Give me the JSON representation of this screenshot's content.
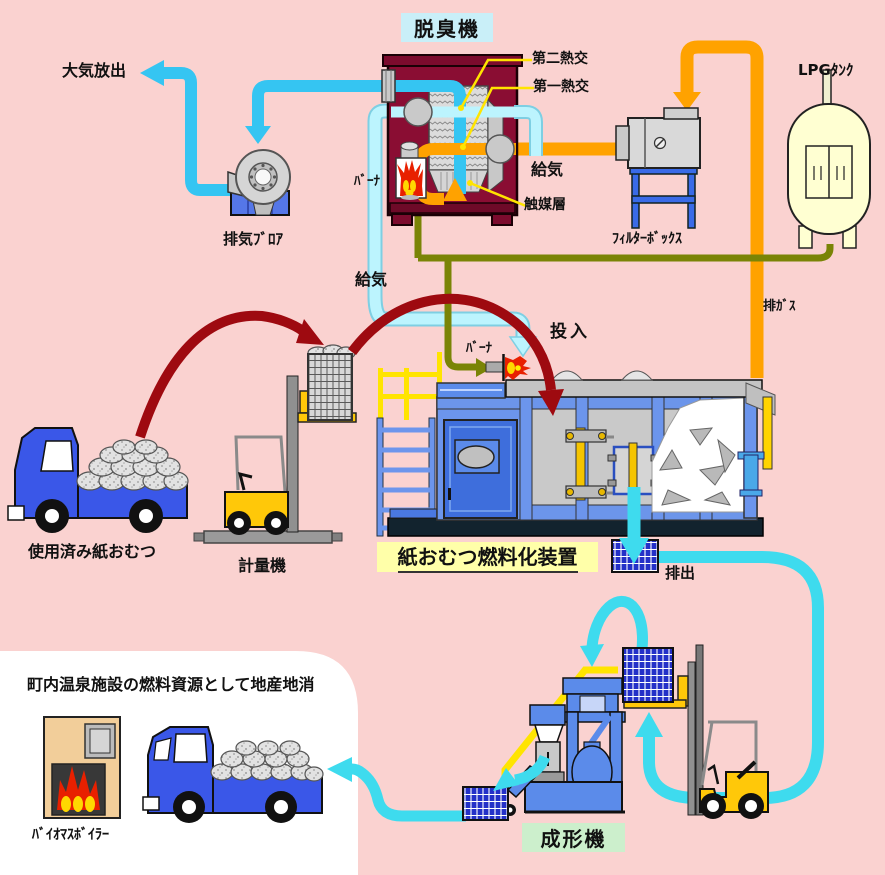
{
  "labels": {
    "deodorizer": "脱臭機",
    "atmospheric_release": "大気放出",
    "heat_exchanger_2": "第二熱交",
    "heat_exchanger_1": "第一熱交",
    "lpg_tank": "LPGﾀﾝｸ",
    "air_supply_intake": "給気",
    "catalyst_layer": "触媒層",
    "burner_deodorizer": "ﾊﾞｰﾅ",
    "exhaust_blower": "排気ﾌﾞﾛｱ",
    "filter_box": "ﾌｨﾙﾀｰﾎﾞｯｸｽ",
    "air_supply_machine": "給気",
    "exhaust_gas": "排ｶﾞｽ",
    "input": "投入",
    "burner_machine": "ﾊﾞｰﾅ",
    "used_diapers": "使用済み紙おむつ",
    "weighing_machine": "計量機",
    "fuel_conversion_device": "紙おむつ燃料化装置",
    "discharge": "排出",
    "local_consumption_note": "町内温泉施設の燃料資源として地産地消",
    "biomass_boiler": "ﾊﾞｲｵﾏｽﾎﾞｲﾗｰ",
    "molding_machine": "成形機"
  },
  "colors": {
    "background_pink": "#FAD2D0",
    "panel_white": "#FFFFFF",
    "deodorizer_body": "#8A0D33",
    "exhaust_pipe_cyan": "#35C5F2",
    "supply_air_pale_cyan": "#BCF4FE",
    "transport_loop_cyan": "#3EDBEE",
    "exhaust_gas_orange": "#FFA200",
    "lpg_pipe_olive": "#7A8406",
    "material_flow_dark_red": "#9E0A10",
    "machine_blue": "#5B8BEA",
    "container_grid_blue": "#2430C8",
    "forklift_yellow": "#FFC809",
    "label_bg_cyan": "#C9EFF8",
    "label_bg_yellow": "#FFFFA9",
    "label_bg_green": "#CCEFCC",
    "flame_red": "#E82000",
    "flame_yellow": "#FFD800"
  }
}
